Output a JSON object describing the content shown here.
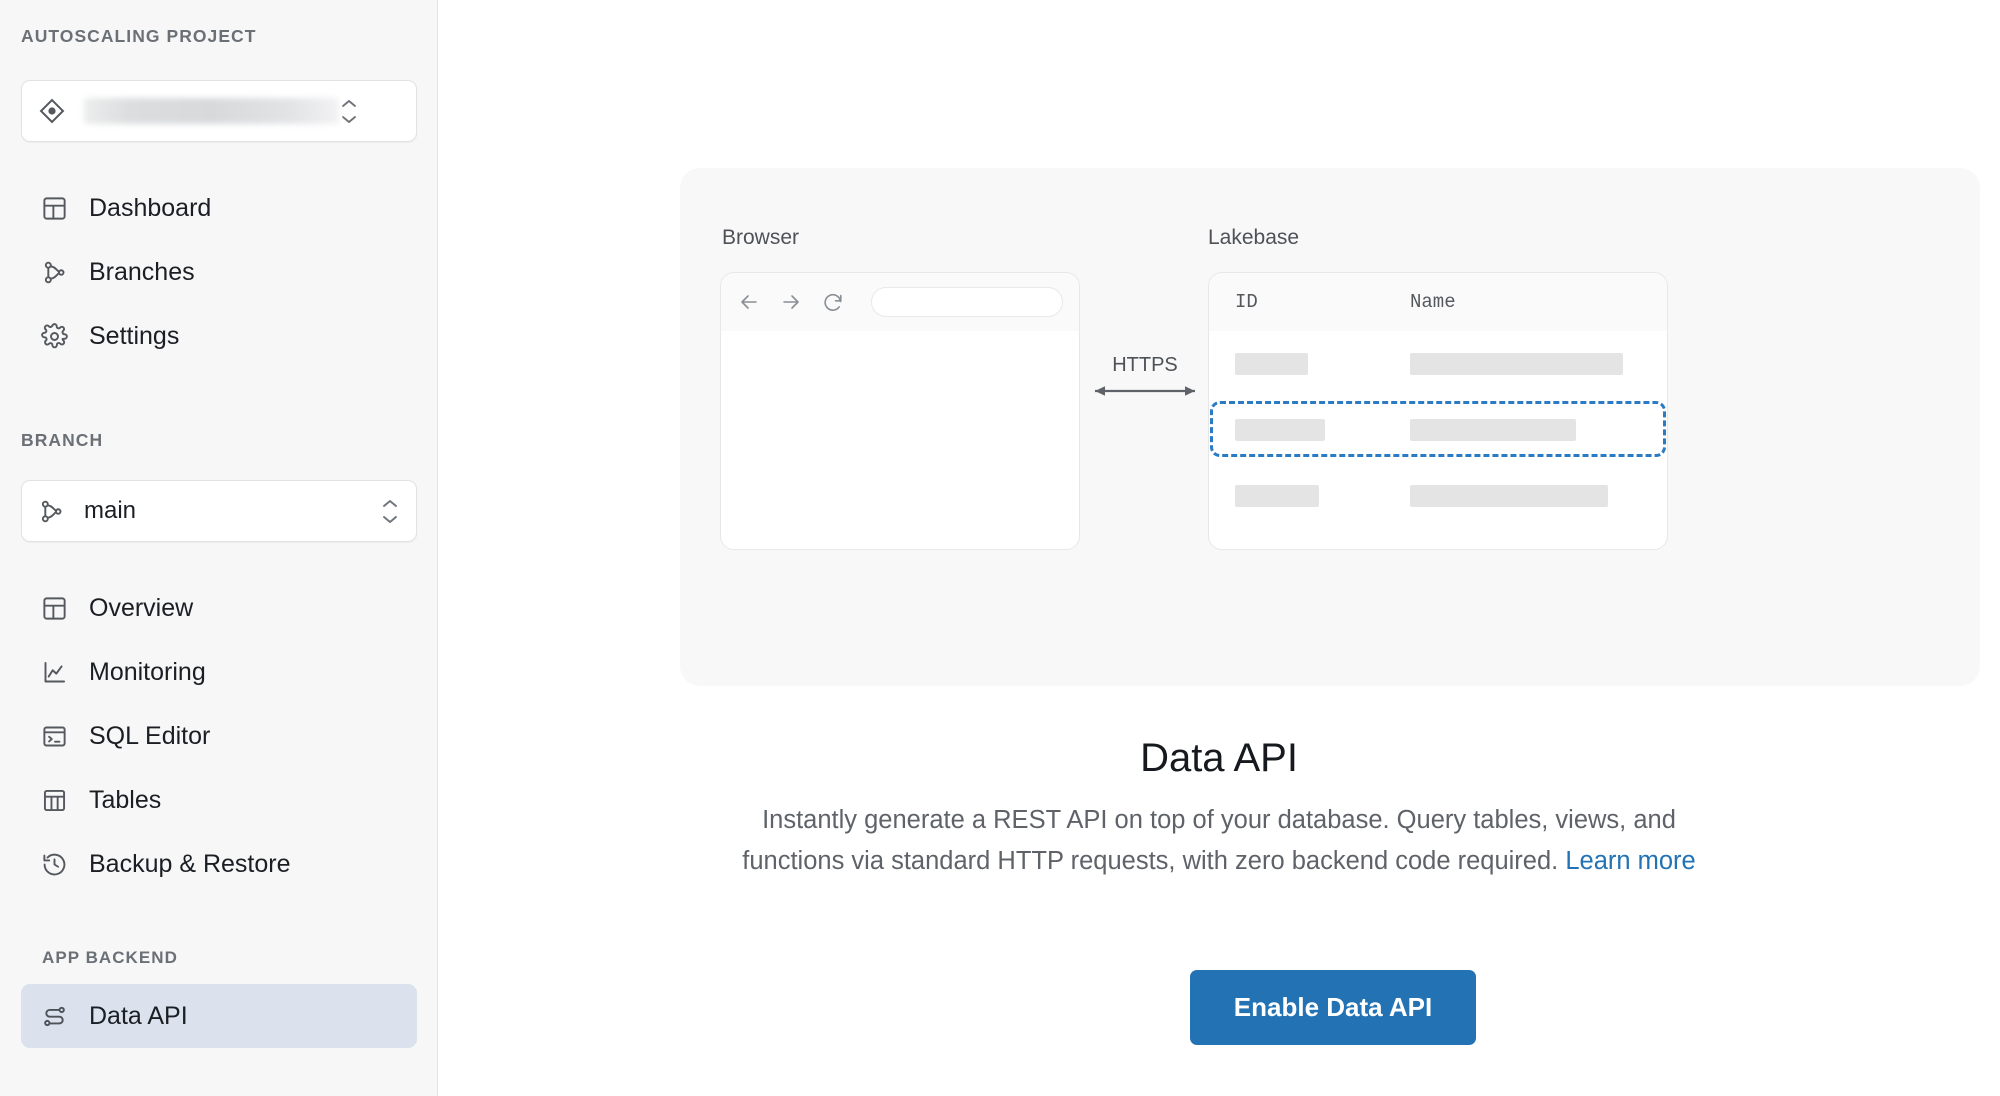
{
  "sidebar": {
    "project_section_label": "AUTOSCALING PROJECT",
    "project_selector": {
      "icon": "project-diamond-icon",
      "value": "",
      "redacted": true,
      "chevron": "chevron-up-down-icon"
    },
    "project_nav": [
      {
        "label": "Dashboard",
        "icon": "dashboard-grid-icon",
        "active": false
      },
      {
        "label": "Branches",
        "icon": "branch-icon",
        "active": false
      },
      {
        "label": "Settings",
        "icon": "gear-icon",
        "active": false
      }
    ],
    "branch_section_label": "BRANCH",
    "branch_selector": {
      "icon": "branch-icon",
      "value": "main",
      "chevron": "chevron-up-down-icon"
    },
    "branch_nav": [
      {
        "label": "Overview",
        "icon": "dashboard-grid-icon",
        "active": false
      },
      {
        "label": "Monitoring",
        "icon": "line-chart-icon",
        "active": false
      },
      {
        "label": "SQL Editor",
        "icon": "terminal-window-icon",
        "active": false
      },
      {
        "label": "Tables",
        "icon": "table-icon",
        "active": false
      },
      {
        "label": "Backup & Restore",
        "icon": "history-clock-icon",
        "active": false
      }
    ],
    "app_backend_section_label": "APP BACKEND",
    "app_backend_nav": [
      {
        "label": "Data API",
        "icon": "data-api-route-icon",
        "active": true
      }
    ]
  },
  "main": {
    "illustration": {
      "browser_caption": "Browser",
      "lakebase_caption": "Lakebase",
      "connector_label": "HTTPS",
      "browser_toolbar_icons": [
        "back-arrow-icon",
        "forward-arrow-icon",
        "reload-icon"
      ],
      "browser_urlbar_placeholder": "",
      "table": {
        "columns": [
          "ID",
          "Name"
        ],
        "rows": [
          {
            "id": "",
            "name": "",
            "highlighted": false
          },
          {
            "id": "",
            "name": "",
            "highlighted": true
          },
          {
            "id": "",
            "name": "",
            "highlighted": false
          }
        ]
      }
    },
    "title": "Data API",
    "description_part1": "Instantly generate a REST API on top of your database. Query tables, views, and functions via standard HTTP requests, with zero backend code required. ",
    "learn_more_label": "Learn more",
    "enable_button_label": "Enable Data API"
  },
  "colors": {
    "accent_blue": "#2272b4",
    "highlight_dashed": "#2a7ac4",
    "sidebar_bg": "#f7f7f8",
    "active_nav_bg": "#dbe2ee",
    "illustration_bg": "#f8f8f9"
  }
}
